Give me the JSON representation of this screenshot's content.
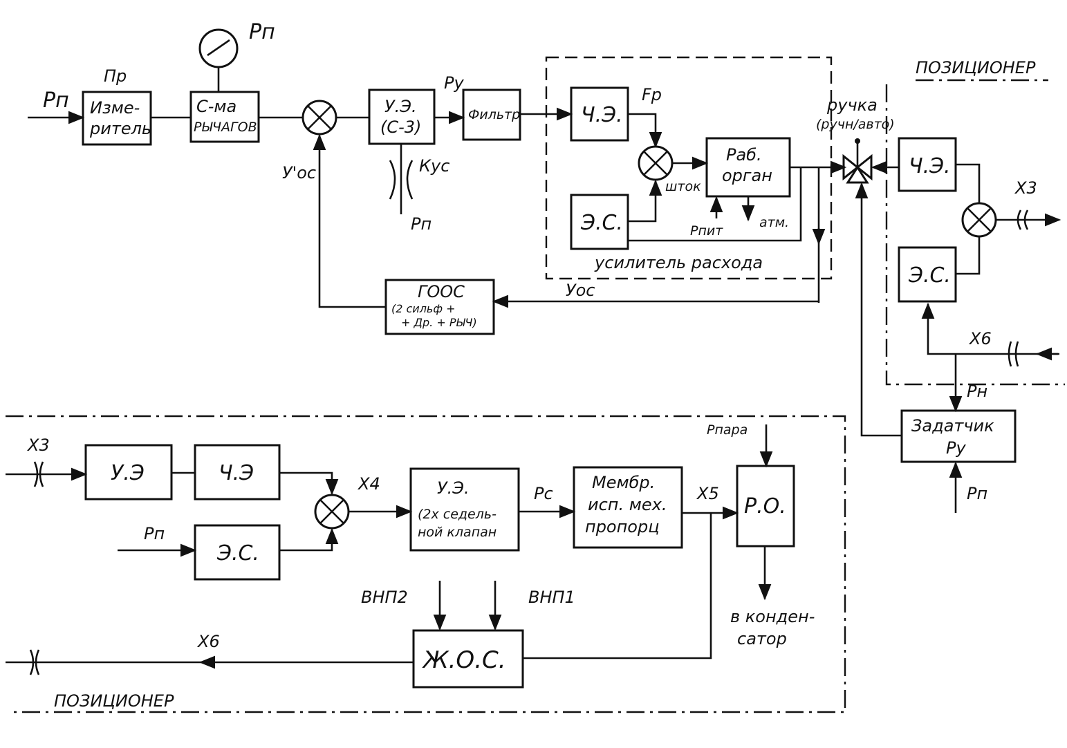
{
  "blocks": {
    "izmeritel": [
      "Изме-",
      "ритель"
    ],
    "izmeritel_caption": "Пр",
    "rychagi": [
      "С-ма",
      "РЫЧАГОВ"
    ],
    "ue_c3": [
      "У.Э.",
      "(С-3)"
    ],
    "filtr": "Фильтр",
    "che_amp": "Ч.Э.",
    "es_amp": "Э.С.",
    "rab_organ": [
      "Раб.",
      "орган"
    ],
    "goos": [
      "ГООС",
      "(2 сильф +",
      "+ Др. + РЫЧ)"
    ],
    "che_pos": "Ч.Э.",
    "es_pos": "Э.С.",
    "zadatchik": [
      "Задатчик",
      "Ру"
    ],
    "ue_low": "У.Э",
    "che_low": "Ч.Э",
    "es_low": "Э.С.",
    "ue_klapan": [
      "У.Э.",
      "(2х седель-",
      "ной клапан"
    ],
    "membr": [
      "Мембр.",
      "исп. мех.",
      "пропорц"
    ],
    "ro": "Р.О.",
    "zhos": "Ж.О.С."
  },
  "labels": {
    "pp_input": "Рп",
    "pp_gauge": "Рп",
    "py": "Ру",
    "kus": "Кус",
    "pp_restrictor": "Рп",
    "yoc_prime": "У'ос",
    "fr": "Fр",
    "shtok": "шток",
    "ppit": "Рпит",
    "atm": "атм.",
    "usilitel": "усилитель расхода",
    "yoc": "Уос",
    "ruchka": [
      "ручка",
      "(ручн/авто)"
    ],
    "pozicioner_top": "ПОЗИЦИОНЕР",
    "x3_out": "Х3",
    "x6_in": "Х6",
    "pn": "Рн",
    "pp_zadatchik": "Рп",
    "x3_in": "Х3",
    "pp_low": "Рп",
    "x4": "Х4",
    "pc": "Рс",
    "x5": "Х5",
    "ppara": "Рпара",
    "vnp2": "ВНП2",
    "vnp1": "ВНП1",
    "kondensator": [
      "в конден-",
      "сатор"
    ],
    "x6_out": "Х6",
    "pozicioner_bottom": "ПОЗИЦИОНЕР"
  }
}
